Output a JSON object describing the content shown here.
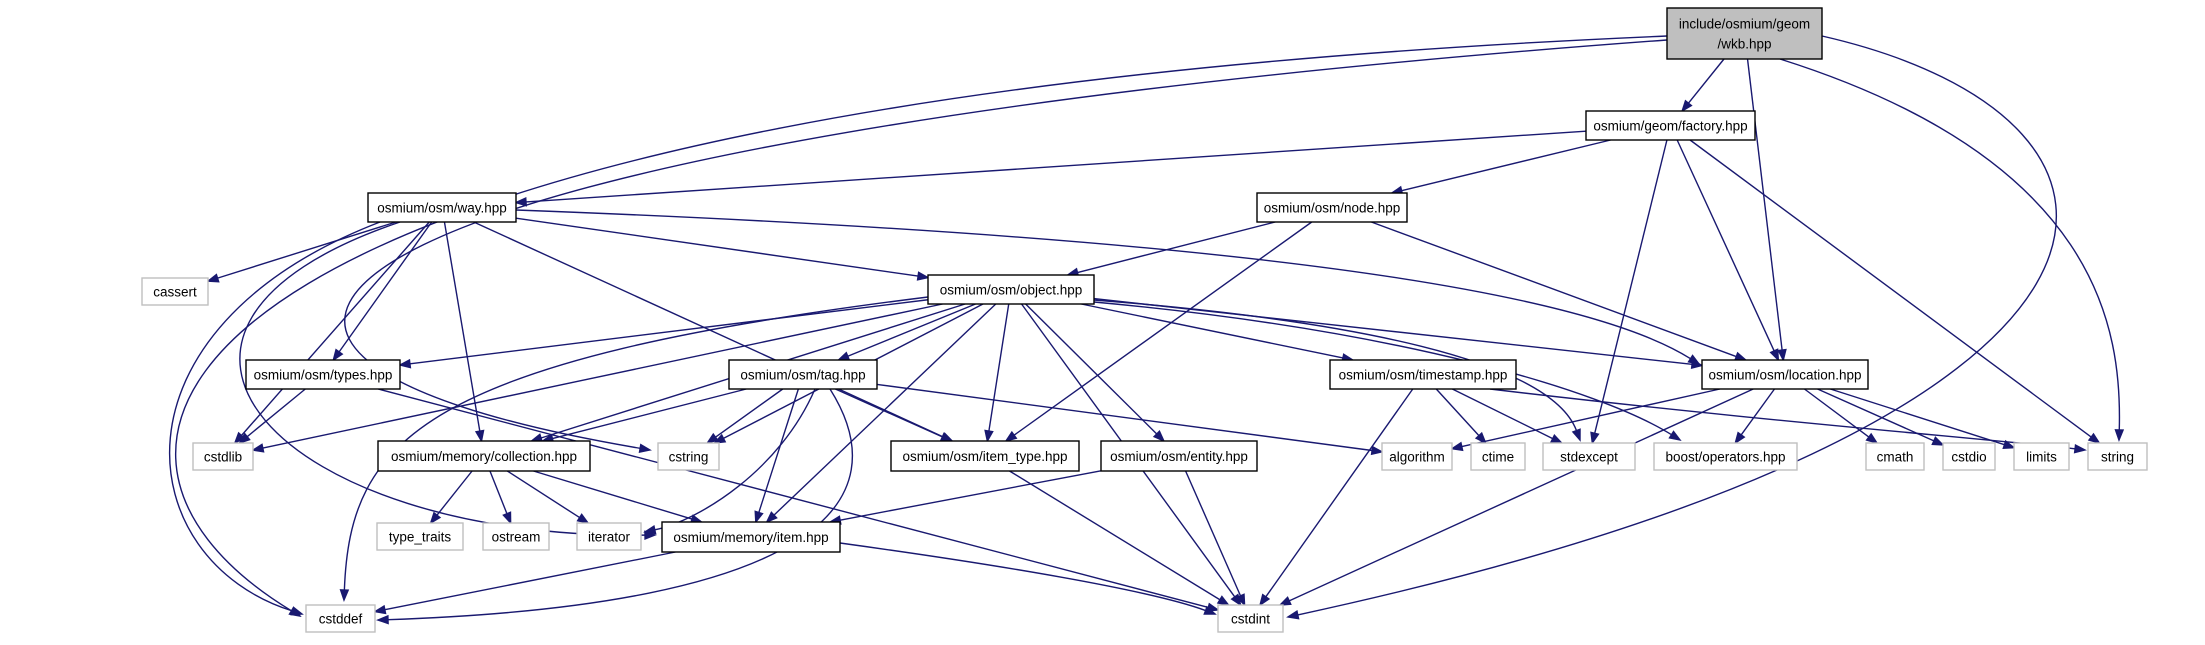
{
  "diagram": {
    "type": "include-dependency-graph",
    "colors": {
      "edge": "#191970",
      "root_fill": "#bfbfbf",
      "header_border": "#000000",
      "system_border": "#bfbfbf",
      "background": "#ffffff"
    },
    "nodes": [
      {
        "id": "wkb",
        "kind": "root",
        "lines": [
          "include/osmium/geom",
          "/wkb.hpp"
        ]
      },
      {
        "id": "factory",
        "kind": "header",
        "lines": [
          "osmium/geom/factory.hpp"
        ]
      },
      {
        "id": "way",
        "kind": "header",
        "lines": [
          "osmium/osm/way.hpp"
        ]
      },
      {
        "id": "node",
        "kind": "header",
        "lines": [
          "osmium/osm/node.hpp"
        ]
      },
      {
        "id": "cassert",
        "kind": "system",
        "lines": [
          "cassert"
        ]
      },
      {
        "id": "object",
        "kind": "header",
        "lines": [
          "osmium/osm/object.hpp"
        ]
      },
      {
        "id": "types",
        "kind": "header",
        "lines": [
          "osmium/osm/types.hpp"
        ]
      },
      {
        "id": "tag",
        "kind": "header",
        "lines": [
          "osmium/osm/tag.hpp"
        ]
      },
      {
        "id": "timestamp",
        "kind": "header",
        "lines": [
          "osmium/osm/timestamp.hpp"
        ]
      },
      {
        "id": "location",
        "kind": "header",
        "lines": [
          "osmium/osm/location.hpp"
        ]
      },
      {
        "id": "cstdlib",
        "kind": "system",
        "lines": [
          "cstdlib"
        ]
      },
      {
        "id": "collection",
        "kind": "header",
        "lines": [
          "osmium/memory/collection.hpp"
        ]
      },
      {
        "id": "cstring",
        "kind": "system",
        "lines": [
          "cstring"
        ]
      },
      {
        "id": "item_type",
        "kind": "header",
        "lines": [
          "osmium/osm/item_type.hpp"
        ]
      },
      {
        "id": "entity",
        "kind": "header",
        "lines": [
          "osmium/osm/entity.hpp"
        ]
      },
      {
        "id": "algorithm",
        "kind": "system",
        "lines": [
          "algorithm"
        ]
      },
      {
        "id": "ctime",
        "kind": "system",
        "lines": [
          "ctime"
        ]
      },
      {
        "id": "stdexcept",
        "kind": "system",
        "lines": [
          "stdexcept"
        ]
      },
      {
        "id": "operators",
        "kind": "system",
        "lines": [
          "boost/operators.hpp"
        ]
      },
      {
        "id": "cmath",
        "kind": "system",
        "lines": [
          "cmath"
        ]
      },
      {
        "id": "cstdio",
        "kind": "system",
        "lines": [
          "cstdio"
        ]
      },
      {
        "id": "limits",
        "kind": "system",
        "lines": [
          "limits"
        ]
      },
      {
        "id": "string",
        "kind": "system",
        "lines": [
          "string"
        ]
      },
      {
        "id": "type_traits",
        "kind": "system",
        "lines": [
          "type_traits"
        ]
      },
      {
        "id": "ostream",
        "kind": "system",
        "lines": [
          "ostream"
        ]
      },
      {
        "id": "iterator",
        "kind": "system",
        "lines": [
          "iterator"
        ]
      },
      {
        "id": "item",
        "kind": "header",
        "lines": [
          "osmium/memory/item.hpp"
        ]
      },
      {
        "id": "cstddef",
        "kind": "system",
        "lines": [
          "cstddef"
        ]
      },
      {
        "id": "cstdint",
        "kind": "system",
        "lines": [
          "cstdint"
        ]
      }
    ],
    "edges": [
      [
        "wkb",
        "factory"
      ],
      [
        "wkb",
        "location"
      ],
      [
        "wkb",
        "cstddef"
      ],
      [
        "wkb",
        "cstring"
      ],
      [
        "wkb",
        "string"
      ],
      [
        "wkb",
        "cstdint"
      ],
      [
        "factory",
        "way"
      ],
      [
        "factory",
        "node"
      ],
      [
        "factory",
        "location"
      ],
      [
        "factory",
        "stdexcept"
      ],
      [
        "factory",
        "string"
      ],
      [
        "way",
        "cassert"
      ],
      [
        "way",
        "object"
      ],
      [
        "way",
        "types"
      ],
      [
        "way",
        "collection"
      ],
      [
        "way",
        "item_type"
      ],
      [
        "way",
        "location"
      ],
      [
        "way",
        "cstdlib"
      ],
      [
        "way",
        "cstddef"
      ],
      [
        "way",
        "item"
      ],
      [
        "node",
        "object"
      ],
      [
        "node",
        "location"
      ],
      [
        "node",
        "item_type"
      ],
      [
        "object",
        "types"
      ],
      [
        "object",
        "tag"
      ],
      [
        "object",
        "timestamp"
      ],
      [
        "object",
        "location"
      ],
      [
        "object",
        "collection"
      ],
      [
        "object",
        "item_type"
      ],
      [
        "object",
        "entity"
      ],
      [
        "object",
        "cstring"
      ],
      [
        "object",
        "cstdlib"
      ],
      [
        "object",
        "cstddef"
      ],
      [
        "object",
        "cstdint"
      ],
      [
        "object",
        "stdexcept"
      ],
      [
        "object",
        "operators"
      ],
      [
        "object",
        "item"
      ],
      [
        "types",
        "cstdlib"
      ],
      [
        "types",
        "cstdint"
      ],
      [
        "tag",
        "collection"
      ],
      [
        "tag",
        "item_type"
      ],
      [
        "tag",
        "item"
      ],
      [
        "tag",
        "cstring"
      ],
      [
        "tag",
        "iterator"
      ],
      [
        "tag",
        "algorithm"
      ],
      [
        "tag",
        "cstddef"
      ],
      [
        "timestamp",
        "ctime"
      ],
      [
        "timestamp",
        "stdexcept"
      ],
      [
        "timestamp",
        "cstdint"
      ],
      [
        "timestamp",
        "string"
      ],
      [
        "location",
        "algorithm"
      ],
      [
        "location",
        "operators"
      ],
      [
        "location",
        "cmath"
      ],
      [
        "location",
        "cstdio"
      ],
      [
        "location",
        "limits"
      ],
      [
        "location",
        "cstdint"
      ],
      [
        "collection",
        "type_traits"
      ],
      [
        "collection",
        "ostream"
      ],
      [
        "collection",
        "iterator"
      ],
      [
        "collection",
        "item"
      ],
      [
        "item_type",
        "cstdint"
      ],
      [
        "entity",
        "item"
      ],
      [
        "entity",
        "cstdint"
      ],
      [
        "item",
        "cstddef"
      ],
      [
        "item",
        "cstdint"
      ]
    ]
  }
}
